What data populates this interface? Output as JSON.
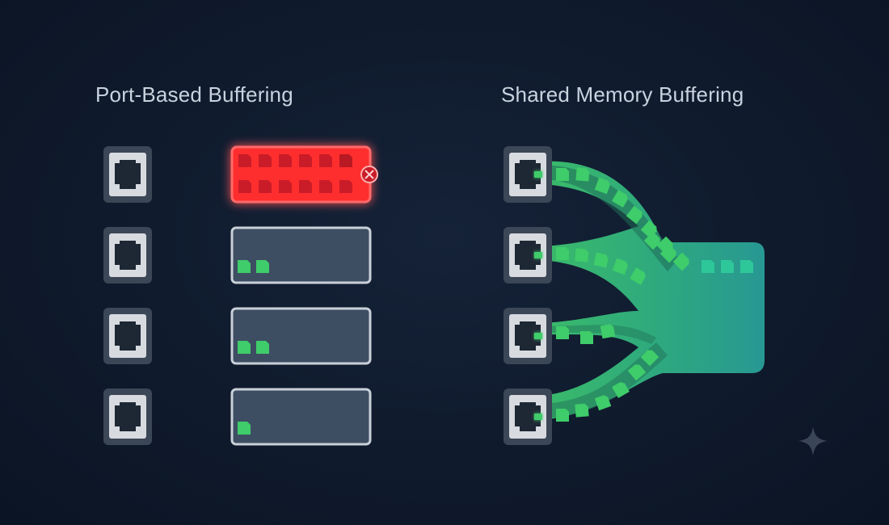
{
  "left": {
    "title": "Port-Based Buffering",
    "ports": [
      {
        "queued_packets": 12,
        "state": "overflow"
      },
      {
        "queued_packets": 2,
        "state": "ok"
      },
      {
        "queued_packets": 2,
        "state": "ok"
      },
      {
        "queued_packets": 1,
        "state": "ok"
      }
    ],
    "overflow_icon": "x-circle-icon"
  },
  "right": {
    "title": "Shared Memory Buffering",
    "ports": 4,
    "pool_packets": 3
  },
  "colors": {
    "background": "#0f1a2c",
    "port_frame": "#3b4656",
    "port_inner": "#d7dbe0",
    "ok_green": "#3fcc6a",
    "overflow_red": "#ff3b3b",
    "buffer_fill": "#3d4e63",
    "buffer_border": "#c9d0d8",
    "shared_teal": "#2aa99a"
  },
  "decor": {
    "corner_icon": "sparkle-icon"
  }
}
